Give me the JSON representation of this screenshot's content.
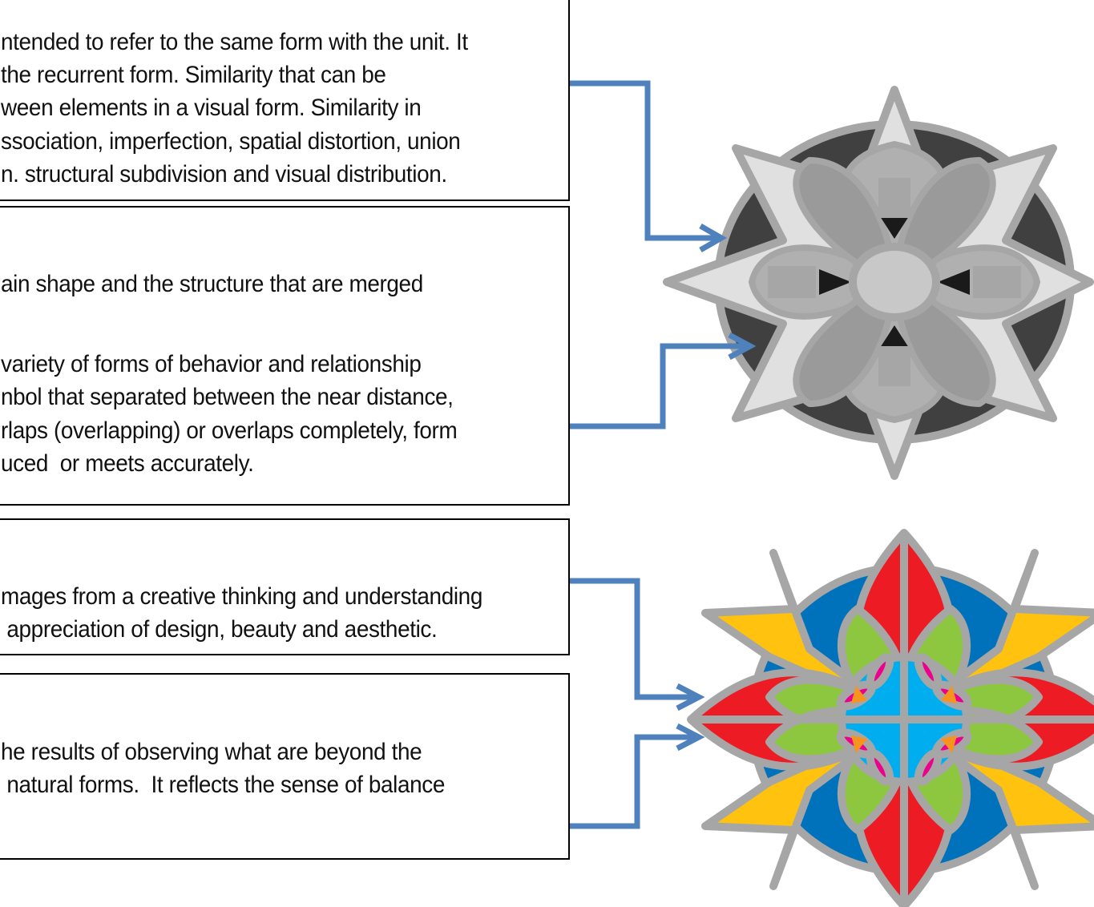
{
  "boxes": [
    {
      "lines": [
        "ntended to refer to the same form with the unit. It",
        "the recurrent form. Similarity that can be",
        "ween elements in a visual form. Similarity in",
        "ssociation, imperfection, spatial distortion, union",
        "n. structural subdivision and visual distribution."
      ]
    },
    {
      "lines": [
        "ain shape and the structure that are merged",
        "variety of forms of behavior and relationship",
        "nbol that separated between the near distance,",
        "rlaps (overlapping) or overlaps completely, form",
        "uced  or meets accurately."
      ]
    },
    {
      "lines": [
        "mages from a creative thinking and understanding",
        " appreciation of design, beauty and aesthetic."
      ]
    },
    {
      "lines": [
        "he results of observing what are beyond the",
        " natural forms.  It reflects the sense of balance"
      ]
    }
  ],
  "bottom_text": "",
  "colors": {
    "connector": "#4f81bd",
    "gray_outline": "#a6a6a6",
    "gray_dark": "#404040",
    "gray_mid": "#a6a6a6",
    "gray_light": "#e0e0e0",
    "red": "#ed1c24",
    "yellow": "#ffc20e",
    "green": "#8dc63f",
    "cyan": "#00aeef",
    "blue": "#0072bc",
    "magenta": "#ec008c",
    "orange": "#f7941d"
  }
}
